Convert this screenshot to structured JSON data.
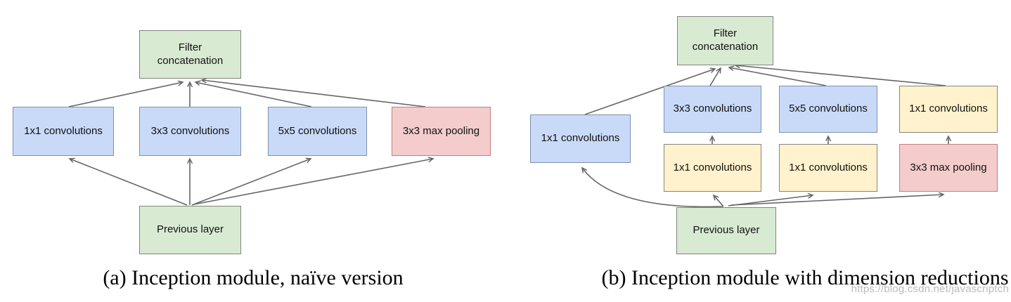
{
  "figure": {
    "background": "#ffffff",
    "watermark": "https://blog.csdn.net/javascriptch"
  },
  "colors": {
    "green": "#d9ead3",
    "blue": "#c9daf8",
    "yellow": "#fff2cc",
    "red": "#f4cccc",
    "border_gray": "#848484",
    "border_blue": "#7e90ad",
    "border_red": "#c47e7e",
    "arrow": "#666666"
  },
  "diagrams": [
    {
      "caption": "(a) Inception module, naïve version",
      "nodes": [
        {
          "label": "Filter\nconcatenation"
        },
        {
          "label": "1x1 convolutions"
        },
        {
          "label": "3x3 convolutions"
        },
        {
          "label": "5x5 convolutions"
        },
        {
          "label": "3x3 max pooling"
        },
        {
          "label": "Previous layer"
        }
      ]
    },
    {
      "caption": "(b) Inception module with dimension reductions",
      "nodes": [
        {
          "label": "Filter\nconcatenation"
        },
        {
          "label": "1x1 convolutions"
        },
        {
          "label": "3x3 convolutions"
        },
        {
          "label": "5x5 convolutions"
        },
        {
          "label": "1x1 convolutions"
        },
        {
          "label": "1x1 convolutions"
        },
        {
          "label": "1x1 convolutions"
        },
        {
          "label": "3x3 max pooling"
        },
        {
          "label": "Previous layer"
        }
      ]
    }
  ]
}
